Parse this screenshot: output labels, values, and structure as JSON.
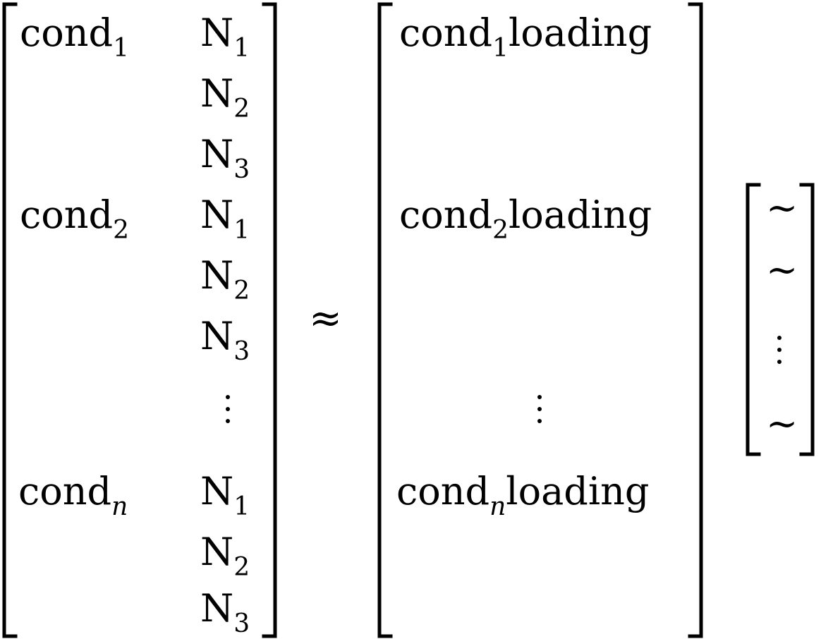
{
  "equation": {
    "left_matrix": {
      "cond_prefix": "cond",
      "cond_rows": [
        {
          "subscript": "1",
          "subscript_italic": false
        },
        {
          "subscript": "2",
          "subscript_italic": false
        },
        {
          "subscript": "n",
          "subscript_italic": true
        }
      ],
      "n_prefix": "N",
      "n_rows": [
        {
          "subscript": "1"
        },
        {
          "subscript": "2"
        },
        {
          "subscript": "3"
        },
        {
          "subscript": "1"
        },
        {
          "subscript": "2"
        },
        {
          "subscript": "3"
        },
        {
          "subscript": "1"
        },
        {
          "subscript": "2"
        },
        {
          "subscript": "3"
        }
      ]
    },
    "approx_symbol": "≈",
    "middle_matrix": {
      "prefix": "cond",
      "suffix": "loading",
      "rows": [
        {
          "subscript": "1",
          "subscript_italic": false
        },
        {
          "subscript": "2",
          "subscript_italic": false
        },
        {
          "subscript": "n",
          "subscript_italic": true
        }
      ]
    },
    "right_vector": {
      "entries": [
        "~",
        "~",
        "~"
      ]
    }
  }
}
